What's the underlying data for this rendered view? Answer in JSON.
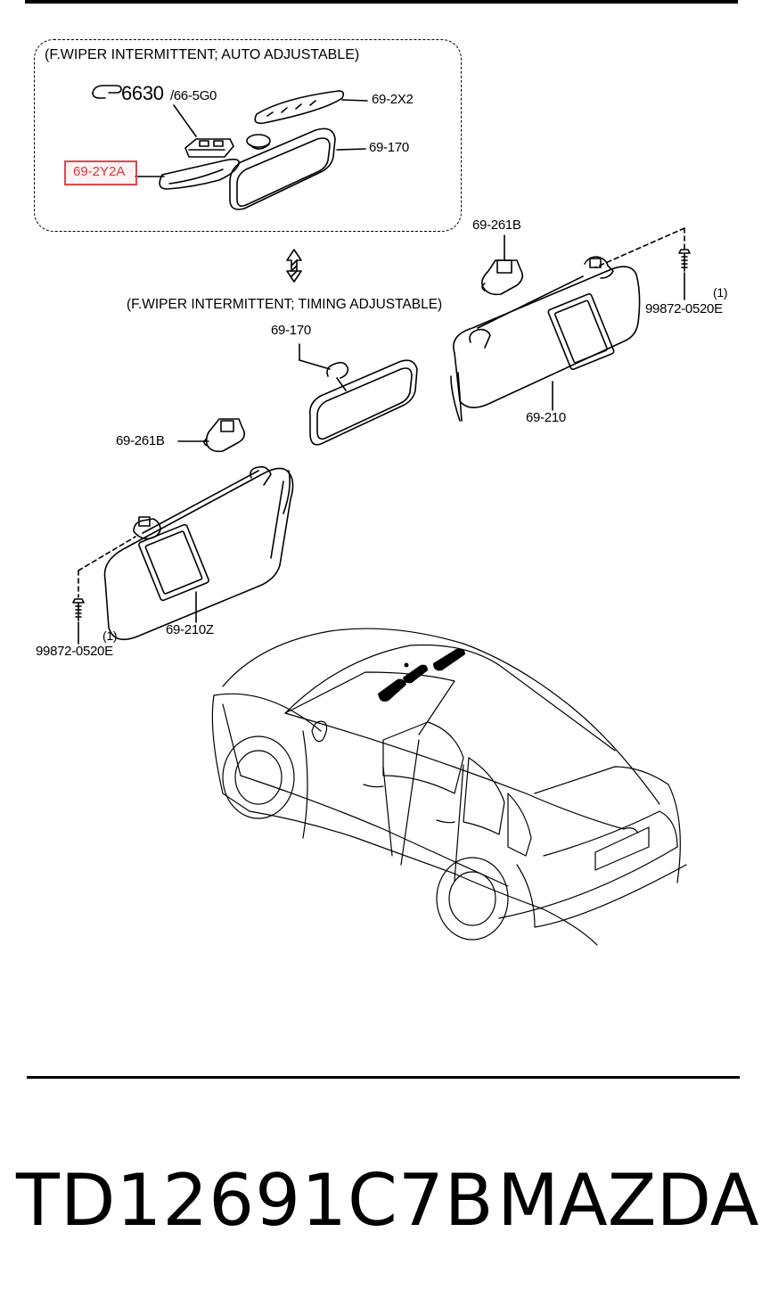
{
  "diagram": {
    "caption_auto": "(F.WIPER INTERMITTENT; AUTO ADJUSTABLE)",
    "caption_timing": "(F.WIPER INTERMITTENT; TIMING ADJUSTABLE)",
    "labels": {
      "ref_6630": "6630",
      "ref_665g0": "/66-5G0",
      "p_692x2": "69-2X2",
      "p_69170_top": "69-170",
      "p_692y2a": "69-2Y2A",
      "p_69261b_right": "69-261B",
      "p_99872_right": "99872-0520E",
      "qty_right": "(1)",
      "p_69170_mid": "69-170",
      "p_69210": "69-210",
      "p_69261b_left": "69-261B",
      "p_69210z": "69-210Z",
      "qty_left": "(1)",
      "p_99872_left": "99872-0520E"
    },
    "highlight_color": "#e0474c"
  },
  "footer": {
    "part_number": "TD12691C7B",
    "brand": "MAZDA"
  }
}
